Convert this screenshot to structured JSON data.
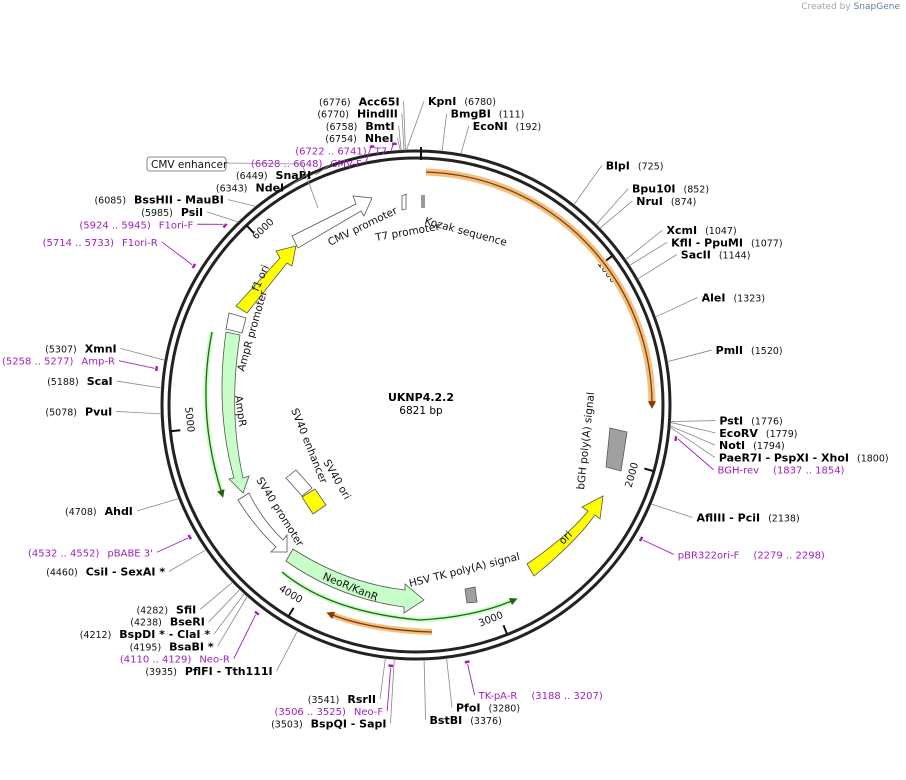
{
  "branding": {
    "prefix": "Created by",
    "name": "SnapGene"
  },
  "plasmid": {
    "name": "UKNP4.2.2",
    "length_label": "6821 bp",
    "length": 6821
  },
  "ticks": [
    {
      "label": "1000",
      "bp": 1000
    },
    {
      "label": "2000",
      "bp": 2000
    },
    {
      "label": "3000",
      "bp": 3000
    },
    {
      "label": "4000",
      "bp": 4000
    },
    {
      "label": "5000",
      "bp": 5000
    },
    {
      "label": "6000",
      "bp": 6000
    }
  ],
  "enzymes": [
    {
      "name": "KpnI",
      "pos": "(6780)",
      "bp": 6780,
      "side": "R"
    },
    {
      "name": "BmgBI",
      "pos": "(111)",
      "bp": 111,
      "side": "R"
    },
    {
      "name": "EcoNI",
      "pos": "(192)",
      "bp": 192,
      "side": "R"
    },
    {
      "name": "BlpI",
      "pos": "(725)",
      "bp": 725,
      "side": "R"
    },
    {
      "name": "Bpu10I",
      "pos": "(852)",
      "bp": 852,
      "side": "R"
    },
    {
      "name": "NruI",
      "pos": "(874)",
      "bp": 874,
      "side": "R"
    },
    {
      "name": "XcmI",
      "pos": "(1047)",
      "bp": 1047,
      "side": "R"
    },
    {
      "name": "KflI  - PpuMI",
      "pos": "(1077)",
      "bp": 1077,
      "side": "R"
    },
    {
      "name": "SacII",
      "pos": "(1144)",
      "bp": 1144,
      "side": "R"
    },
    {
      "name": "AleI",
      "pos": "(1323)",
      "bp": 1323,
      "side": "R"
    },
    {
      "name": "PmlI",
      "pos": "(1520)",
      "bp": 1520,
      "side": "R"
    },
    {
      "name": "PstI",
      "pos": "(1776)",
      "bp": 1776,
      "side": "R"
    },
    {
      "name": "EcoRV",
      "pos": "(1779)",
      "bp": 1779,
      "side": "R"
    },
    {
      "name": "NotI",
      "pos": "(1794)",
      "bp": 1794,
      "side": "R"
    },
    {
      "name": "PaeR7I  - PspXI  - XhoI",
      "pos": "(1800)",
      "bp": 1800,
      "side": "R"
    },
    {
      "name": "AflIII  - PciI",
      "pos": "(2138)",
      "bp": 2138,
      "side": "R"
    },
    {
      "name": "PfoI",
      "pos": "(3280)",
      "bp": 3280,
      "side": "R"
    },
    {
      "name": "BstBI",
      "pos": "(3376)",
      "bp": 3376,
      "side": "R"
    },
    {
      "name": "BspQI  - SapI",
      "pos": "(3503)",
      "bp": 3503,
      "side": "L"
    },
    {
      "name": "RsrII",
      "pos": "(3541)",
      "bp": 3541,
      "side": "L"
    },
    {
      "name": "PflFI  - Tth111I",
      "pos": "(3935)",
      "bp": 3935,
      "side": "L"
    },
    {
      "name": "BsaBI *",
      "pos": "(4195)",
      "bp": 4195,
      "side": "L"
    },
    {
      "name": "BspDI *  - ClaI *",
      "pos": "(4212)",
      "bp": 4212,
      "side": "L"
    },
    {
      "name": "BseRI",
      "pos": "(4238)",
      "bp": 4238,
      "side": "L"
    },
    {
      "name": "SfiI",
      "pos": "(4282)",
      "bp": 4282,
      "side": "L"
    },
    {
      "name": "CsiI  - SexAI *",
      "pos": "(4460)",
      "bp": 4460,
      "side": "L"
    },
    {
      "name": "AhdI",
      "pos": "(4708)",
      "bp": 4708,
      "side": "L"
    },
    {
      "name": "PvuI",
      "pos": "(5078)",
      "bp": 5078,
      "side": "L"
    },
    {
      "name": "ScaI",
      "pos": "(5188)",
      "bp": 5188,
      "side": "L"
    },
    {
      "name": "XmnI",
      "pos": "(5307)",
      "bp": 5307,
      "side": "L"
    },
    {
      "name": "PsiI",
      "pos": "(5985)",
      "bp": 5985,
      "side": "L"
    },
    {
      "name": "BssHII  - MauBI",
      "pos": "(6085)",
      "bp": 6085,
      "side": "L"
    },
    {
      "name": "NdeI",
      "pos": "(6343)",
      "bp": 6343,
      "side": "L"
    },
    {
      "name": "SnaBI",
      "pos": "(6449)",
      "bp": 6449,
      "side": "L"
    },
    {
      "name": "NheI",
      "pos": "(6754)",
      "bp": 6754,
      "side": "L"
    },
    {
      "name": "BmtI",
      "pos": "(6758)",
      "bp": 6758,
      "side": "L"
    },
    {
      "name": "HindIII",
      "pos": "(6770)",
      "bp": 6770,
      "side": "L"
    },
    {
      "name": "Acc65I",
      "pos": "(6776)",
      "bp": 6776,
      "side": "L"
    }
  ],
  "primers": [
    {
      "name": "T7",
      "range": "(6722 .. 6741)",
      "bp": 6731,
      "side": "L"
    },
    {
      "name": "CMV-F",
      "range": "(6628 .. 6648)",
      "bp": 6638,
      "side": "L"
    },
    {
      "name": "F1ori-F",
      "range": "(5924 .. 5945)",
      "bp": 5934,
      "side": "L"
    },
    {
      "name": "F1ori-R",
      "range": "(5714 .. 5733)",
      "bp": 5723,
      "side": "L"
    },
    {
      "name": "Amp-R",
      "range": "(5258 .. 5277)",
      "bp": 5267,
      "side": "L"
    },
    {
      "name": "pBABE 3'",
      "range": "(4532 .. 4552)",
      "bp": 4542,
      "side": "L"
    },
    {
      "name": "Neo-R",
      "range": "(4110 .. 4129)",
      "bp": 4119,
      "side": "L"
    },
    {
      "name": "Neo-F",
      "range": "(3506 .. 3525)",
      "bp": 3515,
      "side": "L"
    },
    {
      "name": "TK-pA-R",
      "range": "(3188 .. 3207)",
      "bp": 3197,
      "side": "R"
    },
    {
      "name": "pBR322ori-F",
      "range": "(2279 .. 2298)",
      "bp": 2288,
      "side": "R"
    },
    {
      "name": "BGH-rev",
      "range": "(1837 .. 1854)",
      "bp": 1845,
      "side": "R"
    }
  ],
  "features": [
    {
      "name": "CMV enhancer",
      "boxed": true
    },
    {
      "name": "CMV promoter"
    },
    {
      "name": "T7 promoter"
    },
    {
      "name": "Kozak sequence"
    },
    {
      "name": "f1 ori"
    },
    {
      "name": "AmpR promoter"
    },
    {
      "name": "AmpR"
    },
    {
      "name": "SV40 enhancer"
    },
    {
      "name": "SV40 ori"
    },
    {
      "name": "SV40 promoter"
    },
    {
      "name": "NeoR/KanR"
    },
    {
      "name": "HSV TK poly(A) signal"
    },
    {
      "name": "ori"
    },
    {
      "name": "bGH poly(A) signal"
    }
  ],
  "colors": {
    "orf": "#f0c080",
    "f1ori": "#ffff00",
    "resistance": "#c8ffc8",
    "promoter": "#ffffff",
    "terminator": "#a0a0a0",
    "primer": "#a020c0",
    "backbone": "#222222"
  }
}
